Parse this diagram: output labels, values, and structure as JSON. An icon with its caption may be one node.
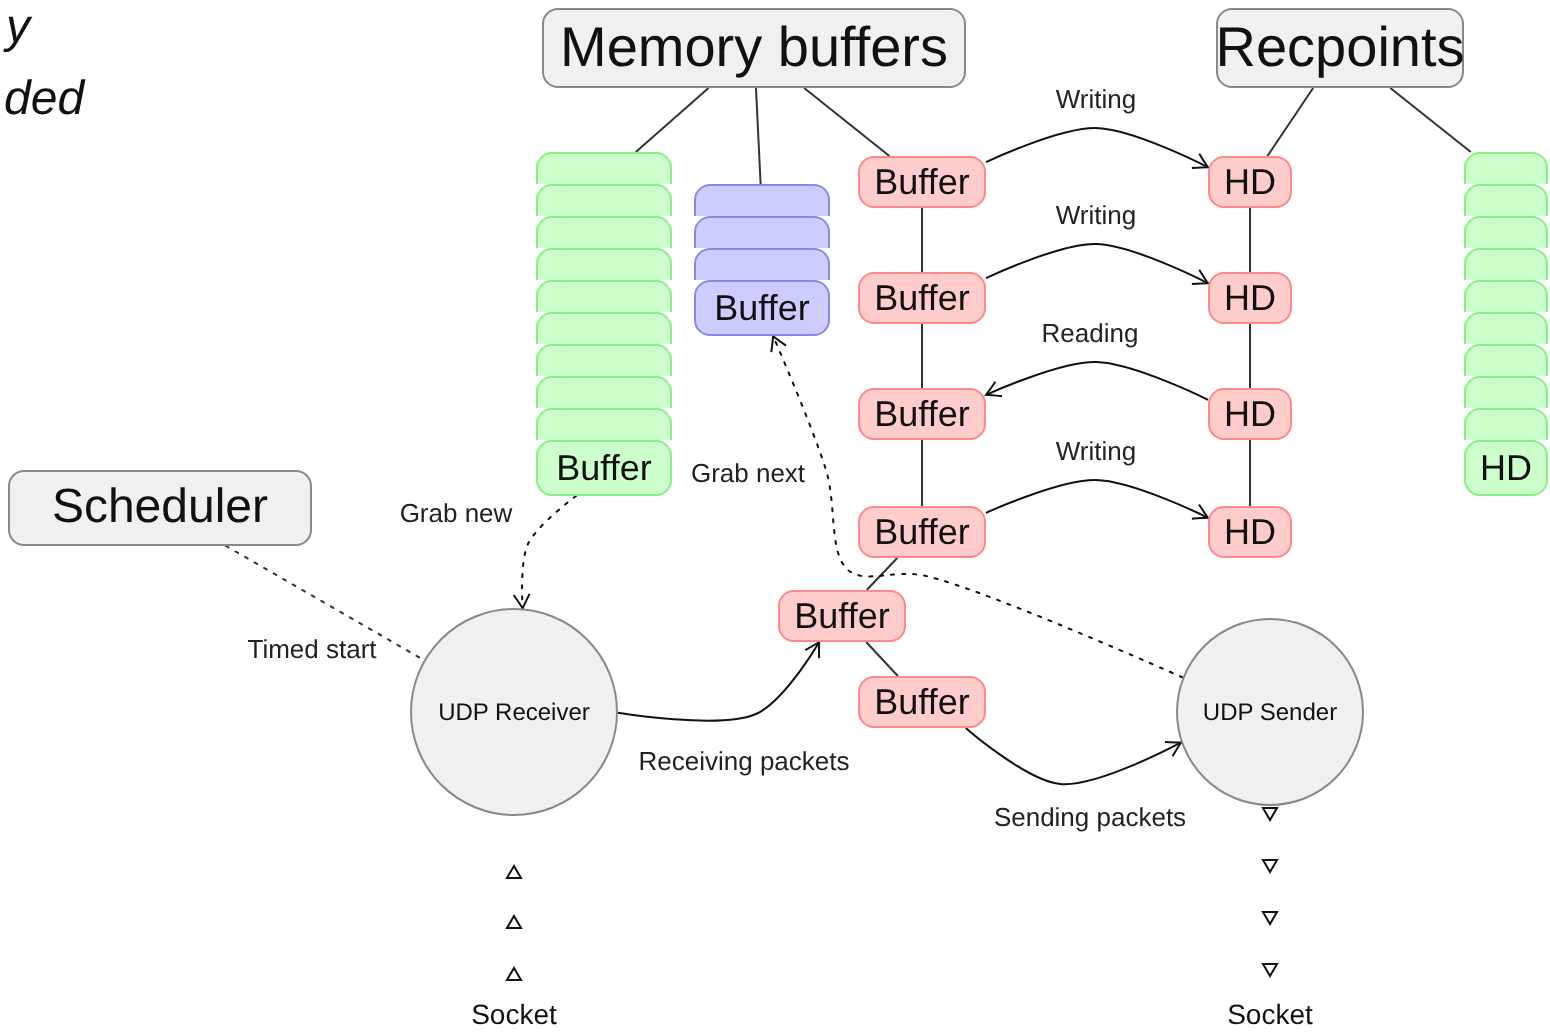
{
  "diagram": {
    "nodes": [
      {
        "text": [
          "Memory buffers"
        ]
      },
      {
        "text": [
          "Recpoints"
        ]
      },
      {
        "text": [],
        "shape": "box"
      },
      {
        "text": [],
        "shape": "box"
      },
      {
        "text": [],
        "shape": "box"
      },
      {
        "text": [],
        "shape": "box"
      },
      {
        "text": [],
        "shape": "box"
      },
      {
        "text": [],
        "shape": "box"
      },
      {
        "text": [],
        "shape": "box"
      },
      {
        "text": [],
        "shape": "box"
      },
      {
        "text": [],
        "shape": "box"
      },
      {
        "text": [
          "Buffer"
        ]
      },
      {
        "text": [],
        "shape": "box"
      },
      {
        "text": [],
        "shape": "box"
      },
      {
        "text": [],
        "shape": "box"
      },
      {
        "text": [
          "Buffer"
        ]
      },
      {
        "text": [
          "Buffer"
        ]
      },
      {
        "text": [
          "HD"
        ]
      },
      {
        "text": [
          "Buffer"
        ]
      },
      {
        "text": [
          "HD"
        ]
      },
      {
        "text": [
          "Buffer"
        ]
      },
      {
        "text": [
          "HD"
        ]
      },
      {
        "text": [
          "Buffer"
        ]
      },
      {
        "text": [
          "HD"
        ]
      },
      {
        "text": [],
        "shape": "box"
      },
      {
        "text": [],
        "shape": "box"
      },
      {
        "text": [],
        "shape": "box"
      },
      {
        "text": [],
        "shape": "box"
      },
      {
        "text": [],
        "shape": "box"
      },
      {
        "text": [],
        "shape": "box"
      },
      {
        "text": [],
        "shape": "box"
      },
      {
        "text": [],
        "shape": "box"
      },
      {
        "text": [],
        "shape": "box"
      },
      {
        "text": [
          "HD"
        ]
      },
      {
        "text": [
          "Scheduler"
        ]
      },
      {
        "text": [
          "Buffer"
        ]
      },
      {
        "text": [
          "Buffer"
        ]
      },
      {
        "text": [
          "UDP Receiver"
        ]
      },
      {
        "text": [
          "UDP Sender"
        ]
      }
    ],
    "edges": [
      {
        "from": 0,
        "to": 2,
        "arrow": "none"
      },
      {
        "from": 0,
        "to": 12,
        "arrow": "none"
      },
      {
        "from": 0,
        "to": 16,
        "arrow": "none"
      },
      {
        "from": 1,
        "to": 17,
        "arrow": "none"
      },
      {
        "from": 1,
        "to": 24,
        "arrow": "none"
      },
      {
        "from": 16,
        "to": 18,
        "arrow": "none"
      },
      {
        "from": 18,
        "to": 20,
        "arrow": "none"
      },
      {
        "from": 20,
        "to": 22,
        "arrow": "none"
      },
      {
        "from": 17,
        "to": 19,
        "arrow": "none"
      },
      {
        "from": 19,
        "to": 21,
        "arrow": "none"
      },
      {
        "from": 21,
        "to": 23,
        "arrow": "none"
      },
      {
        "from": 16,
        "to": 17,
        "arrow": "to",
        "label": "Writing"
      },
      {
        "from": 18,
        "to": 19,
        "arrow": "to",
        "label": "Writing"
      },
      {
        "from": 21,
        "to": 20,
        "arrow": "to",
        "label": "Reading"
      },
      {
        "from": 22,
        "to": 23,
        "arrow": "to",
        "label": "Writing"
      },
      {
        "from": 22,
        "to": 35,
        "arrow": "none"
      },
      {
        "from": 35,
        "to": 36,
        "arrow": "none"
      },
      {
        "from": 34,
        "to": 37,
        "arrow": "none",
        "label": "Timed start",
        "style": "dashed"
      },
      {
        "from": 11,
        "to": 37,
        "arrow": "to",
        "label": "Grab new",
        "style": "dashed"
      },
      {
        "from": 38,
        "to": 15,
        "arrow": "to",
        "label": "Grab next",
        "style": "dashed"
      },
      {
        "from": 37,
        "to": 35,
        "arrow": "to",
        "label": "Receiving packets"
      },
      {
        "from": 36,
        "to": 38,
        "arrow": "to",
        "label": "Sending packets"
      }
    ],
    "labels": [
      "y",
      "ded",
      "Socket",
      "Socket"
    ]
  }
}
